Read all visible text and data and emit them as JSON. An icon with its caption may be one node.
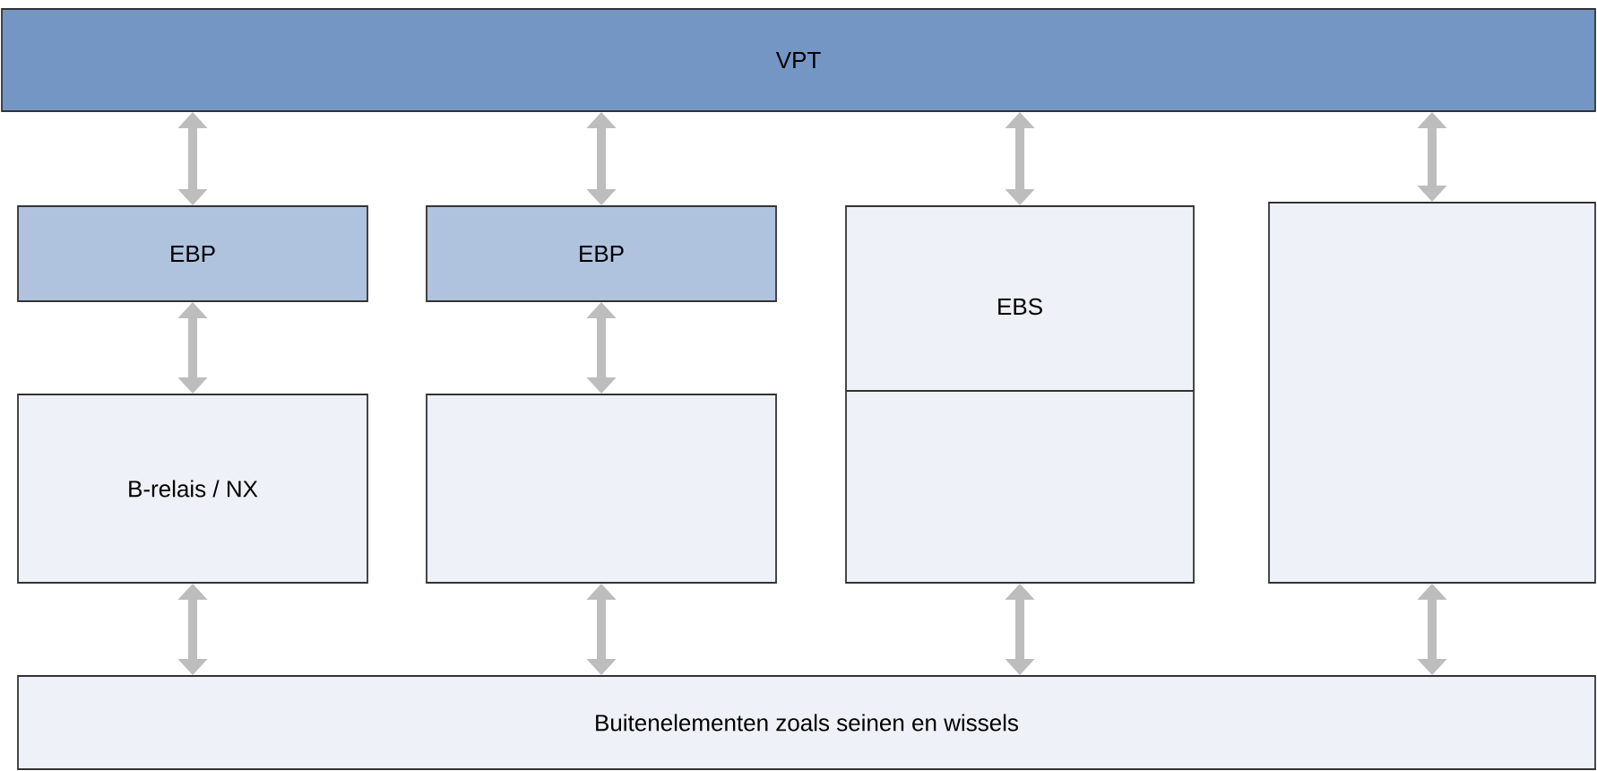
{
  "diagram": {
    "nodes": [
      {
        "text": [
          "VPT"
        ]
      },
      {
        "text": [
          "EBP"
        ]
      },
      {
        "text": [
          "EBP"
        ]
      },
      {
        "text": [
          "EBS"
        ]
      },
      {
        "text": [],
        "shape": "box"
      },
      {
        "text": [
          "B-relais / NX"
        ]
      },
      {
        "text": [],
        "shape": "box"
      },
      {
        "text": [
          "Buitenelementen zoals seinen en wissels"
        ]
      }
    ],
    "edges": [
      {
        "from": 0,
        "to": 1,
        "arrow": "both"
      },
      {
        "from": 1,
        "to": 5,
        "arrow": "both"
      },
      {
        "from": 5,
        "to": 7,
        "arrow": "both"
      },
      {
        "from": 0,
        "to": 2,
        "arrow": "both"
      },
      {
        "from": 2,
        "to": 6,
        "arrow": "both"
      },
      {
        "from": 6,
        "to": 7,
        "arrow": "both"
      },
      {
        "from": 0,
        "to": 3,
        "arrow": "both"
      },
      {
        "from": 3,
        "to": 7,
        "arrow": "both"
      },
      {
        "from": 0,
        "to": 4,
        "arrow": "both"
      },
      {
        "from": 4,
        "to": 7,
        "arrow": "both"
      }
    ]
  }
}
